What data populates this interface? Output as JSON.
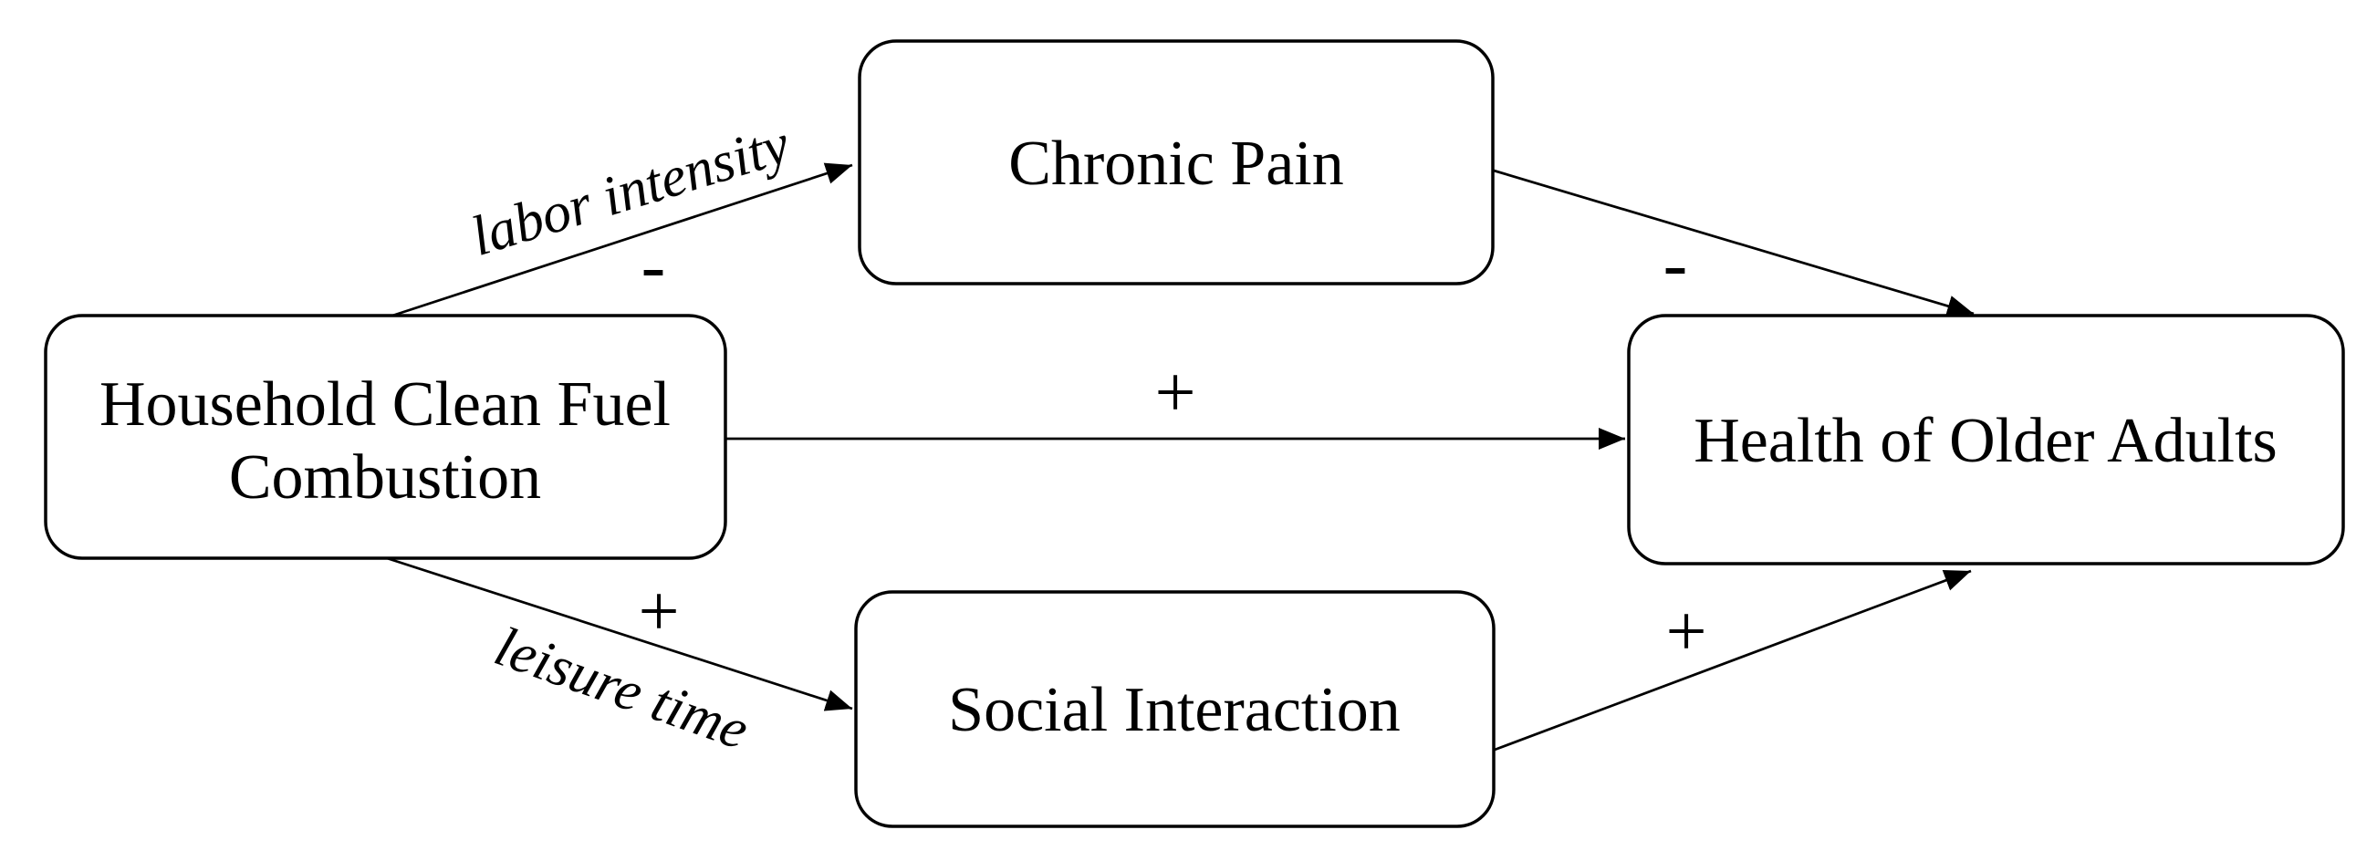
{
  "colors": {
    "background": "#ffffff",
    "ink": "#000000"
  },
  "diagram": {
    "type": "mediation-path-diagram",
    "nodes": {
      "exposure": {
        "label": "Household Clean Fuel Combustion",
        "line1": "Household Clean Fuel",
        "line2": "Combustion"
      },
      "chronic": {
        "label": "Chronic Pain"
      },
      "social": {
        "label": "Social Interaction"
      },
      "health": {
        "label": "Health of Older Adults"
      }
    },
    "edges": {
      "exposure_chronic": {
        "from": "Household Clean Fuel Combustion",
        "to": "Chronic Pain",
        "label": "labor intensity",
        "sign": "-"
      },
      "chronic_health": {
        "from": "Chronic Pain",
        "to": "Health of Older Adults",
        "sign": "-"
      },
      "exposure_health": {
        "from": "Household Clean Fuel Combustion",
        "to": "Health of Older Adults",
        "sign": "+"
      },
      "exposure_social": {
        "from": "Household Clean Fuel Combustion",
        "to": "Social Interaction",
        "label": "leisure time",
        "sign": "+"
      },
      "social_health": {
        "from": "Social Interaction",
        "to": "Health of Older Adults",
        "sign": "+"
      }
    }
  }
}
